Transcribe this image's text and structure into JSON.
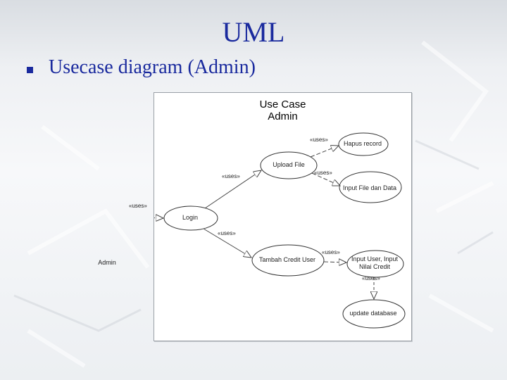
{
  "slide": {
    "title": "UML",
    "bullet": "Usecase diagram (Admin)"
  },
  "diagram": {
    "title_line1": "Use Case",
    "title_line2": "Admin",
    "actor": "Admin",
    "use_cases": {
      "login": "Login",
      "upload_file": "Upload File",
      "hapus_record": "Hapus record",
      "input_file_dan_data": "Input File dan Data",
      "tambah_credit_user": "Tambah Credit User",
      "input_user_line1": "Input User, Input",
      "input_user_line2": "Nilai Credit",
      "update_database": "update database"
    },
    "relation_label": "«uses»"
  },
  "colors": {
    "title_blue": "#1a2a9e",
    "line_gray": "#555555"
  }
}
